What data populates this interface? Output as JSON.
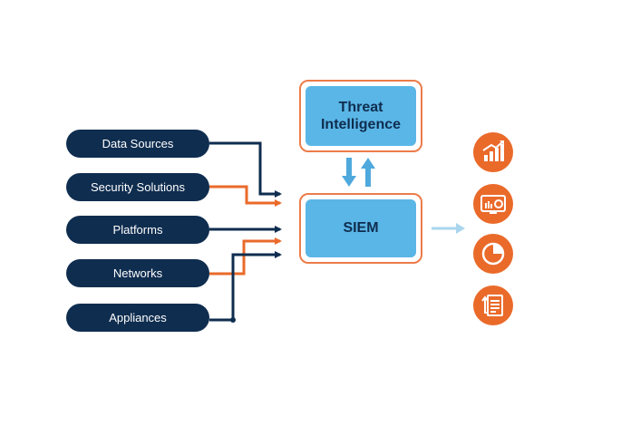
{
  "sources": [
    {
      "label": "Data Sources"
    },
    {
      "label": "Security Solutions"
    },
    {
      "label": "Platforms"
    },
    {
      "label": "Networks"
    },
    {
      "label": "Appliances"
    }
  ],
  "threat_intelligence": {
    "line1": "Threat",
    "line2": "Intelligence"
  },
  "siem": {
    "label": "SIEM"
  },
  "outputs": [
    {
      "icon": "bar-chart-icon"
    },
    {
      "icon": "dashboard-monitor-icon"
    },
    {
      "icon": "pie-chart-icon"
    },
    {
      "icon": "report-document-icon"
    }
  ],
  "colors": {
    "navy": "#0f2d4f",
    "orange": "#ea6a2a",
    "box_border": "#ec7c4a",
    "box_fill": "#5ab6e6",
    "arrow_blue": "#4fa9dd",
    "output_arrow": "#a9d6ee"
  }
}
